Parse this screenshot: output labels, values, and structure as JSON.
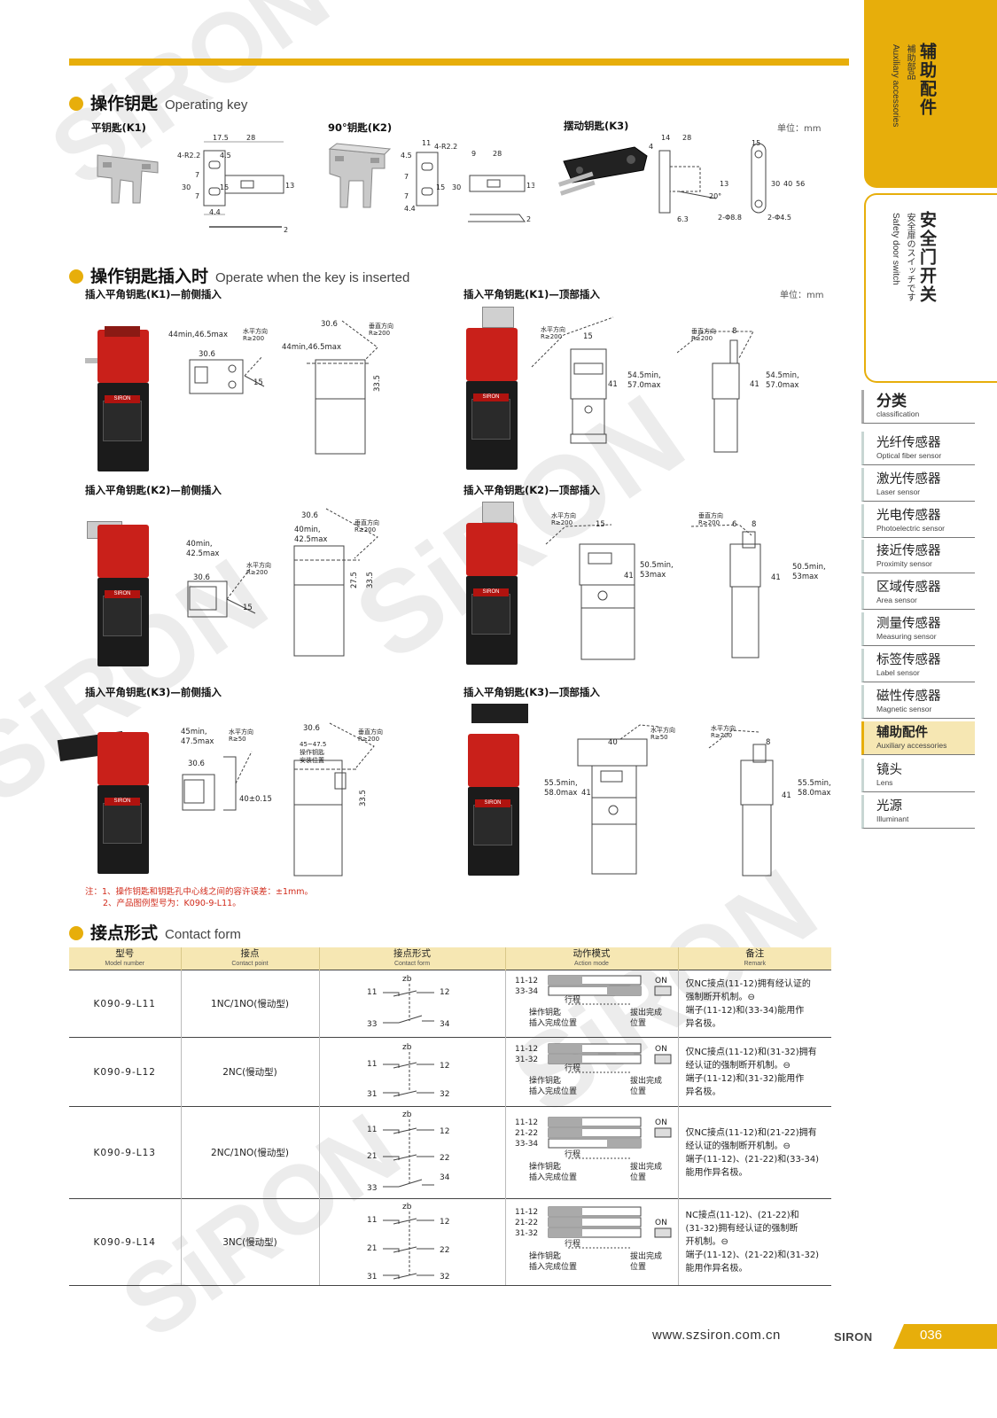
{
  "header": {
    "accent_color": "#e7ae0b"
  },
  "sections": {
    "operating_key": {
      "zh": "操作钥匙",
      "en": "Operating key"
    },
    "key_inserted": {
      "zh": "操作钥匙插入时",
      "en": "Operate when the key is inserted"
    },
    "contact_form": {
      "zh": "接点形式",
      "en": "Contact form"
    }
  },
  "unit_label": "单位：mm",
  "keys": {
    "k1": {
      "title": "平钥匙(K1)",
      "dims": [
        "17.5",
        "28",
        "4-R2.2",
        "4.5",
        "7",
        "7",
        "30",
        "15",
        "13",
        "4.4",
        "2"
      ]
    },
    "k2": {
      "title": "90°钥匙(K2)",
      "dims": [
        "11",
        "4-R2.2",
        "4.5",
        "7",
        "7",
        "15",
        "30",
        "4.4",
        "9",
        "28",
        "13",
        "2"
      ]
    },
    "k3": {
      "title": "摆动钥匙(K3)",
      "dims": [
        "14",
        "28",
        "4",
        "13",
        "20°",
        "6.3",
        "2-Φ8.8",
        "15",
        "30",
        "40",
        "56",
        "2-Φ4.5"
      ]
    }
  },
  "inserted": {
    "k1_front": {
      "title": "插入平角钥匙(K1)—前侧插入",
      "dims": [
        "44min,46.5max",
        "30.6",
        "15",
        "30.6",
        "44min,46.5max",
        "33.5"
      ],
      "horizontal": [
        "水平方向",
        "R≥200"
      ],
      "vertical": [
        "垂直方向",
        "R≥200"
      ]
    },
    "k1_top": {
      "title": "插入平角钥匙(K1)—顶部插入",
      "dims": [
        "15",
        "41",
        "54.5min,",
        "57.0max",
        "8",
        "41",
        "54.5min,",
        "57.0max"
      ],
      "horizontal": [
        "水平方向",
        "R≥200"
      ],
      "vertical": [
        "垂直方向",
        "R≥200"
      ]
    },
    "k2_front": {
      "title": "插入平角钥匙(K2)—前侧插入",
      "dims": [
        "40min,",
        "42.5max",
        "30.6",
        "15",
        "30.6",
        "40min,",
        "42.5max",
        "27.5",
        "33.5"
      ],
      "horizontal": [
        "水平方向",
        "R≥200"
      ],
      "vertical": [
        "垂直方向",
        "R≥200"
      ]
    },
    "k2_top": {
      "title": "插入平角钥匙(K2)—顶部插入",
      "dims": [
        "15",
        "41",
        "50.5min,",
        "53max",
        "6",
        "8",
        "41",
        "50.5min,",
        "53max"
      ],
      "horizontal": [
        "水平方向",
        "R≥200"
      ],
      "vertical": [
        "垂直方向",
        "R≥200"
      ]
    },
    "k3_front": {
      "title": "插入平角钥匙(K3)—前侧插入",
      "dims": [
        "45min,",
        "47.5max",
        "30.6",
        "40±0.15",
        "30.6",
        "45~47.5",
        "操作钥匙",
        "安装位置",
        "33.5"
      ],
      "horizontal": [
        "水平方向",
        "R≥50"
      ],
      "vertical": [
        "垂直方向",
        "R≥200"
      ]
    },
    "k3_top": {
      "title": "插入平角钥匙(K3)—顶部插入",
      "dims": [
        "40",
        "55.5min,",
        "58.0max",
        "41",
        "8",
        "41",
        "55.5min,",
        "58.0max"
      ],
      "horizontal": [
        "水平方向",
        "R≥50"
      ],
      "vertical": [
        "水平方向",
        "R≥200"
      ]
    }
  },
  "notes": [
    "注：1、操作钥匙和钥匙孔中心线之间的容许误差：±1mm。",
    "2、产品图例型号为：K090-9-L11。"
  ],
  "table": {
    "headers": [
      {
        "zh": "型号",
        "en": "Model number"
      },
      {
        "zh": "接点",
        "en": "Contact point"
      },
      {
        "zh": "接点形式",
        "en": "Contact form"
      },
      {
        "zh": "动作模式",
        "en": "Action mode"
      },
      {
        "zh": "备注",
        "en": "Remark"
      }
    ],
    "action_labels": {
      "on": "ON",
      "stroke": "行程",
      "insert": [
        "操作钥匙",
        "插入完成位置"
      ],
      "pull": [
        "拔出完成",
        "位置"
      ]
    },
    "rows": [
      {
        "model": "K090-9-L11",
        "contact": "1NC/1NO(慢动型)",
        "terminals": [
          "11",
          "12",
          "33",
          "34",
          "zb"
        ],
        "pairs": [
          "11-12",
          "33-34"
        ],
        "remark": [
          "仅NC接点(11-12)拥有经认证的",
          "强制断开机制。⊖",
          "端子(11-12)和(33-34)能用作",
          "异名极。"
        ]
      },
      {
        "model": "K090-9-L12",
        "contact": "2NC(慢动型)",
        "terminals": [
          "11",
          "12",
          "31",
          "32",
          "zb"
        ],
        "pairs": [
          "11-12",
          "31-32"
        ],
        "remark": [
          "仅NC接点(11-12)和(31-32)拥有",
          "经认证的强制断开机制。⊖",
          "端子(11-12)和(31-32)能用作",
          "异名极。"
        ]
      },
      {
        "model": "K090-9-L13",
        "contact": "2NC/1NO(慢动型)",
        "terminals": [
          "11",
          "12",
          "21",
          "22",
          "33",
          "34",
          "zb"
        ],
        "pairs": [
          "11-12",
          "21-22",
          "33-34"
        ],
        "remark": [
          "仅NC接点(11-12)和(21-22)拥有",
          "经认证的强制断开机制。⊖",
          "端子(11-12)、(21-22)和(33-34)",
          "能用作异名极。"
        ]
      },
      {
        "model": "K090-9-L14",
        "contact": "3NC(慢动型)",
        "terminals": [
          "11",
          "12",
          "21",
          "22",
          "31",
          "32",
          "zb"
        ],
        "pairs": [
          "11-12",
          "21-22",
          "31-32"
        ],
        "remark": [
          "NC接点(11-12)、(21-22)和",
          "(31-32)拥有经认证的强制断",
          "开机制。⊖",
          "端子(11-12)、(21-22)和(31-32)",
          "能用作异名极。"
        ]
      }
    ]
  },
  "sidebar": {
    "aux": {
      "zh": "辅助配件",
      "jp": "補助部品",
      "en": "Auxiliary accessories"
    },
    "safety": {
      "zh": "安全门开关",
      "jp": "安全扉のスイッチです",
      "en": "Safety door switch"
    },
    "nav": [
      {
        "zh": "分类",
        "en": "classification",
        "active": false,
        "plain": true
      },
      {
        "zh": "光纤传感器",
        "en": "Optical fiber sensor",
        "active": false
      },
      {
        "zh": "激光传感器",
        "en": "Laser sensor",
        "active": false
      },
      {
        "zh": "光电传感器",
        "en": "Photoelectric sensor",
        "active": false
      },
      {
        "zh": "接近传感器",
        "en": "Proximity sensor",
        "active": false
      },
      {
        "zh": "区域传感器",
        "en": "Area sensor",
        "active": false
      },
      {
        "zh": "测量传感器",
        "en": "Measuring sensor",
        "active": false
      },
      {
        "zh": "标签传感器",
        "en": "Label sensor",
        "active": false
      },
      {
        "zh": "磁性传感器",
        "en": "Magnetic sensor",
        "active": false
      },
      {
        "zh": "辅助配件",
        "en": "Auxiliary accessories",
        "active": true
      },
      {
        "zh": "镜头",
        "en": "Lens",
        "active": false
      },
      {
        "zh": "光源",
        "en": "Illuminant",
        "active": false
      }
    ]
  },
  "footer": {
    "url": "www.szsiron.com.cn",
    "logo": "SIRON",
    "page": "036"
  }
}
